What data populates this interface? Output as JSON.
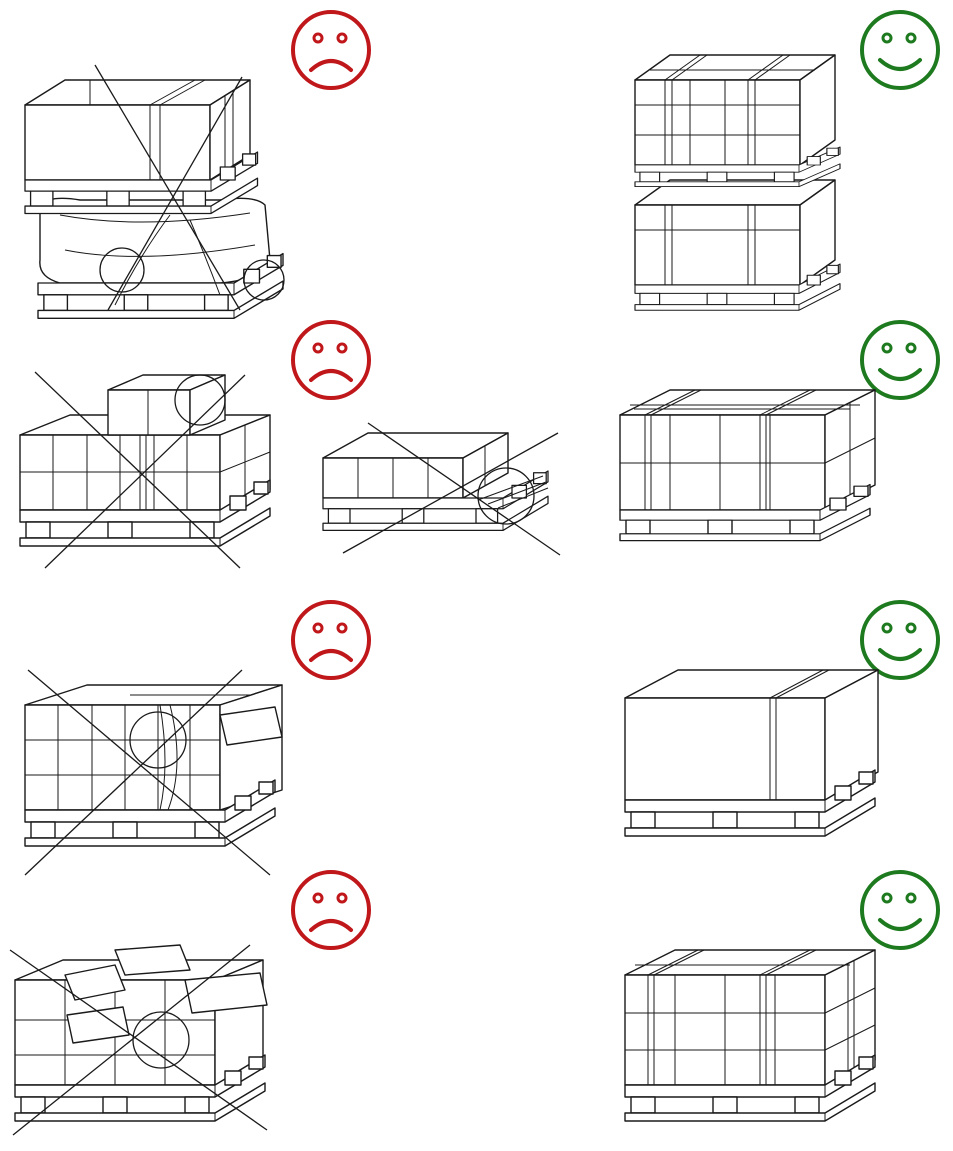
{
  "figure": {
    "colors": {
      "bad": "#c0171b",
      "good": "#1e7a1e",
      "line": "#1a1a1a"
    },
    "rows": [
      {
        "bad": [
          "two-pallet-stack-slipping-crossed",
          "loose-bag-load-crossed"
        ],
        "good": [
          "two-pallet-stack-strapped"
        ],
        "bad_icon": "sad-face-icon",
        "good_icon": "happy-face-icon"
      },
      {
        "bad": [
          "overhanging-box-pile-crossed",
          "underloaded-pallet-crossed"
        ],
        "good": [
          "box-pallet-strapped-corner-protected"
        ],
        "bad_icon": "sad-face-icon",
        "good_icon": "happy-face-icon"
      },
      {
        "bad": [
          "misaligned-boxes-loose-strap-crossed"
        ],
        "good": [
          "single-carton-strapped"
        ],
        "bad_icon": "sad-face-icon",
        "good_icon": "happy-face-icon"
      },
      {
        "bad": [
          "irregular-box-pile-crossed"
        ],
        "good": [
          "box-pallet-cross-strapped"
        ],
        "bad_icon": "sad-face-icon",
        "good_icon": "happy-face-icon"
      }
    ]
  }
}
